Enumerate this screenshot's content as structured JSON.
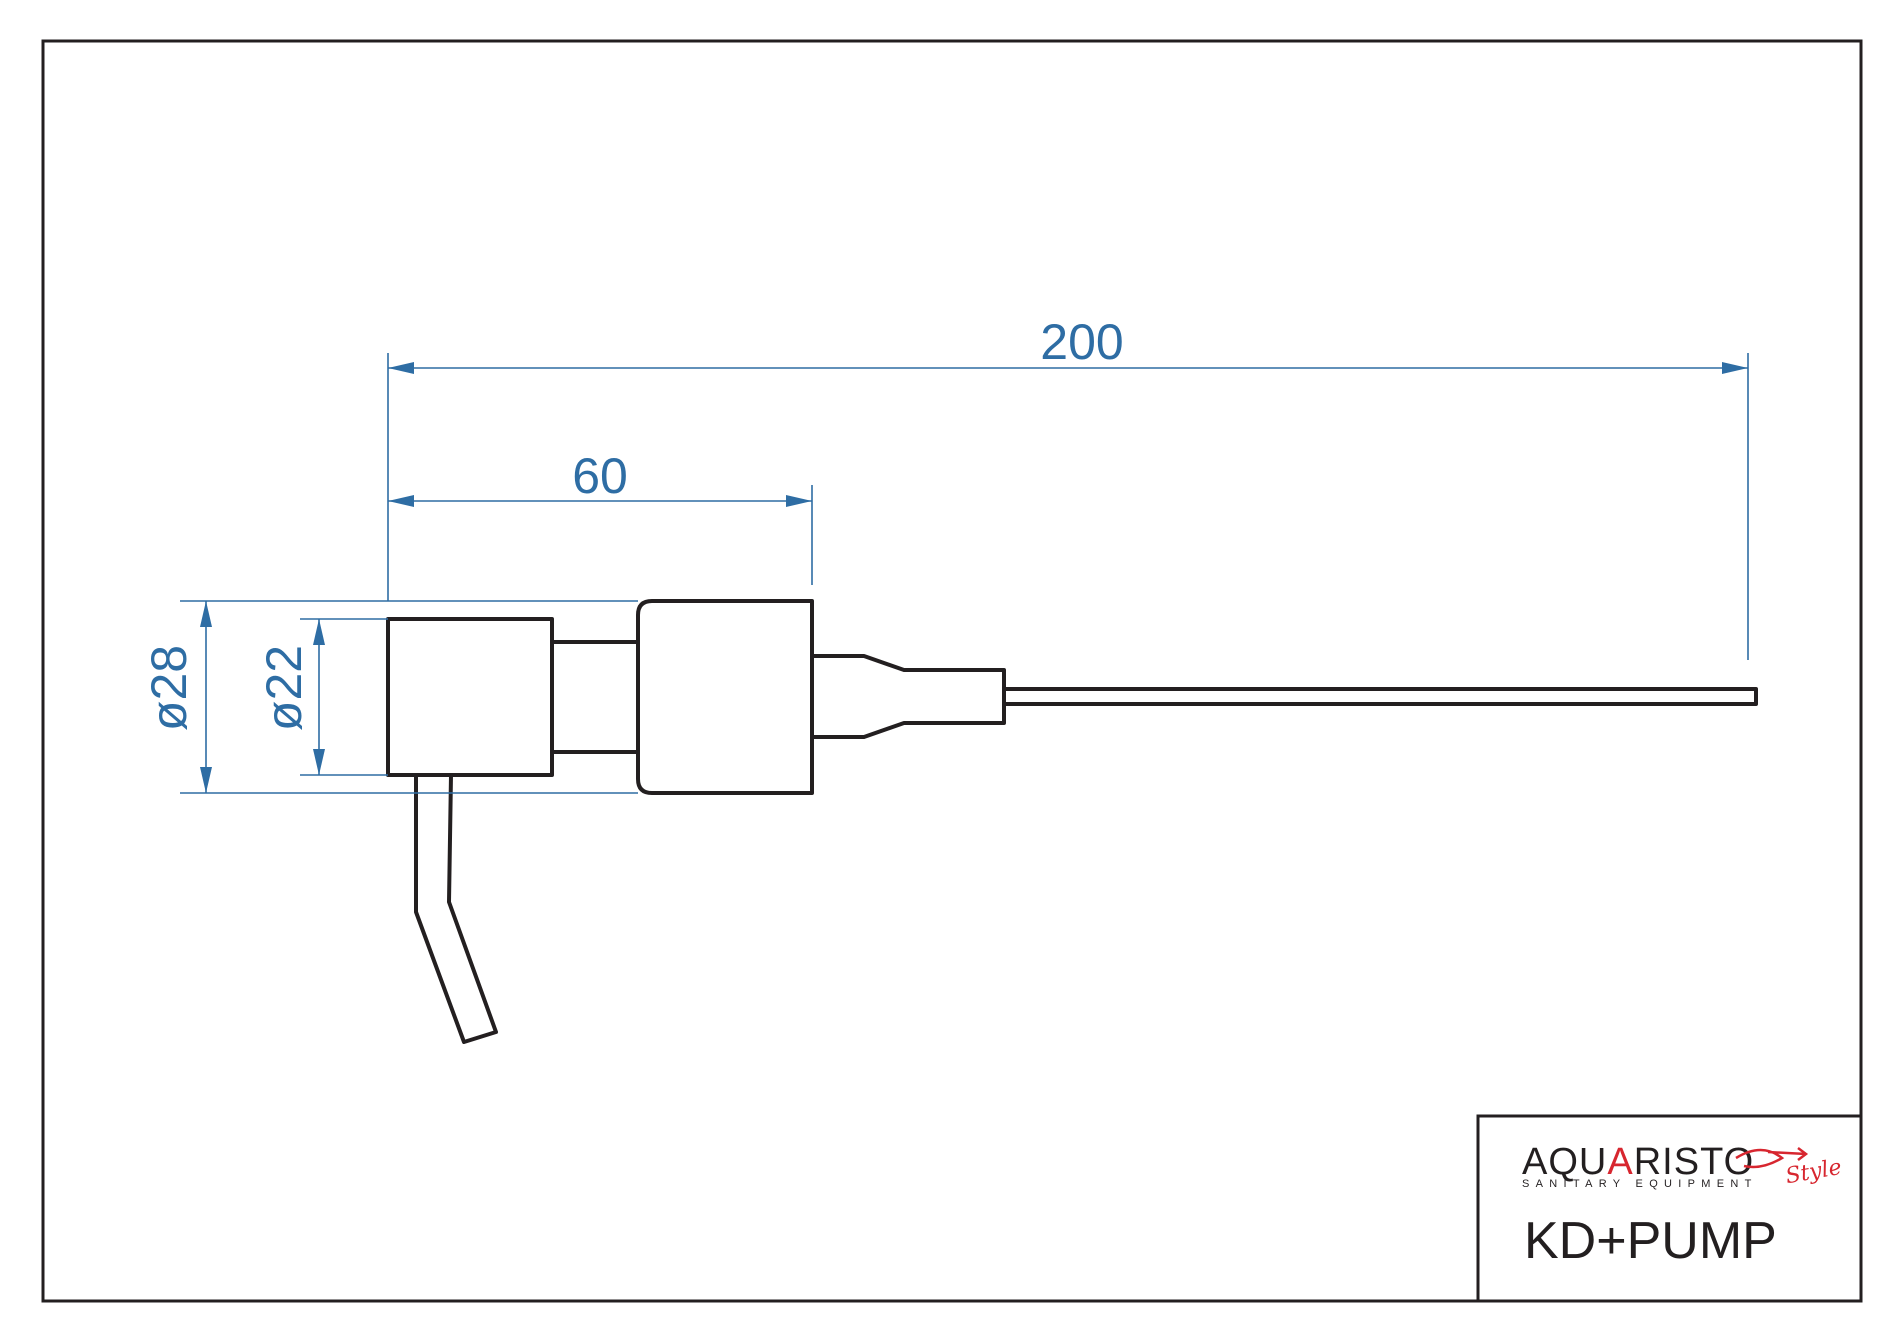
{
  "dimensions": {
    "overall_length": "200",
    "head_length": "60",
    "outer_diameter": "ø28",
    "inner_diameter": "ø22"
  },
  "title_block": {
    "brand_prefix": "AQU",
    "brand_accent": "A",
    "brand_suffix": "RISTO",
    "brand_tagline": "SANITARY EQUIPMENT",
    "brand_script": "Style",
    "product_code": "KD+PUMP"
  },
  "colors": {
    "line": "#231f20",
    "dimension": "#2e6da4",
    "brand_accent": "#d7262f"
  }
}
